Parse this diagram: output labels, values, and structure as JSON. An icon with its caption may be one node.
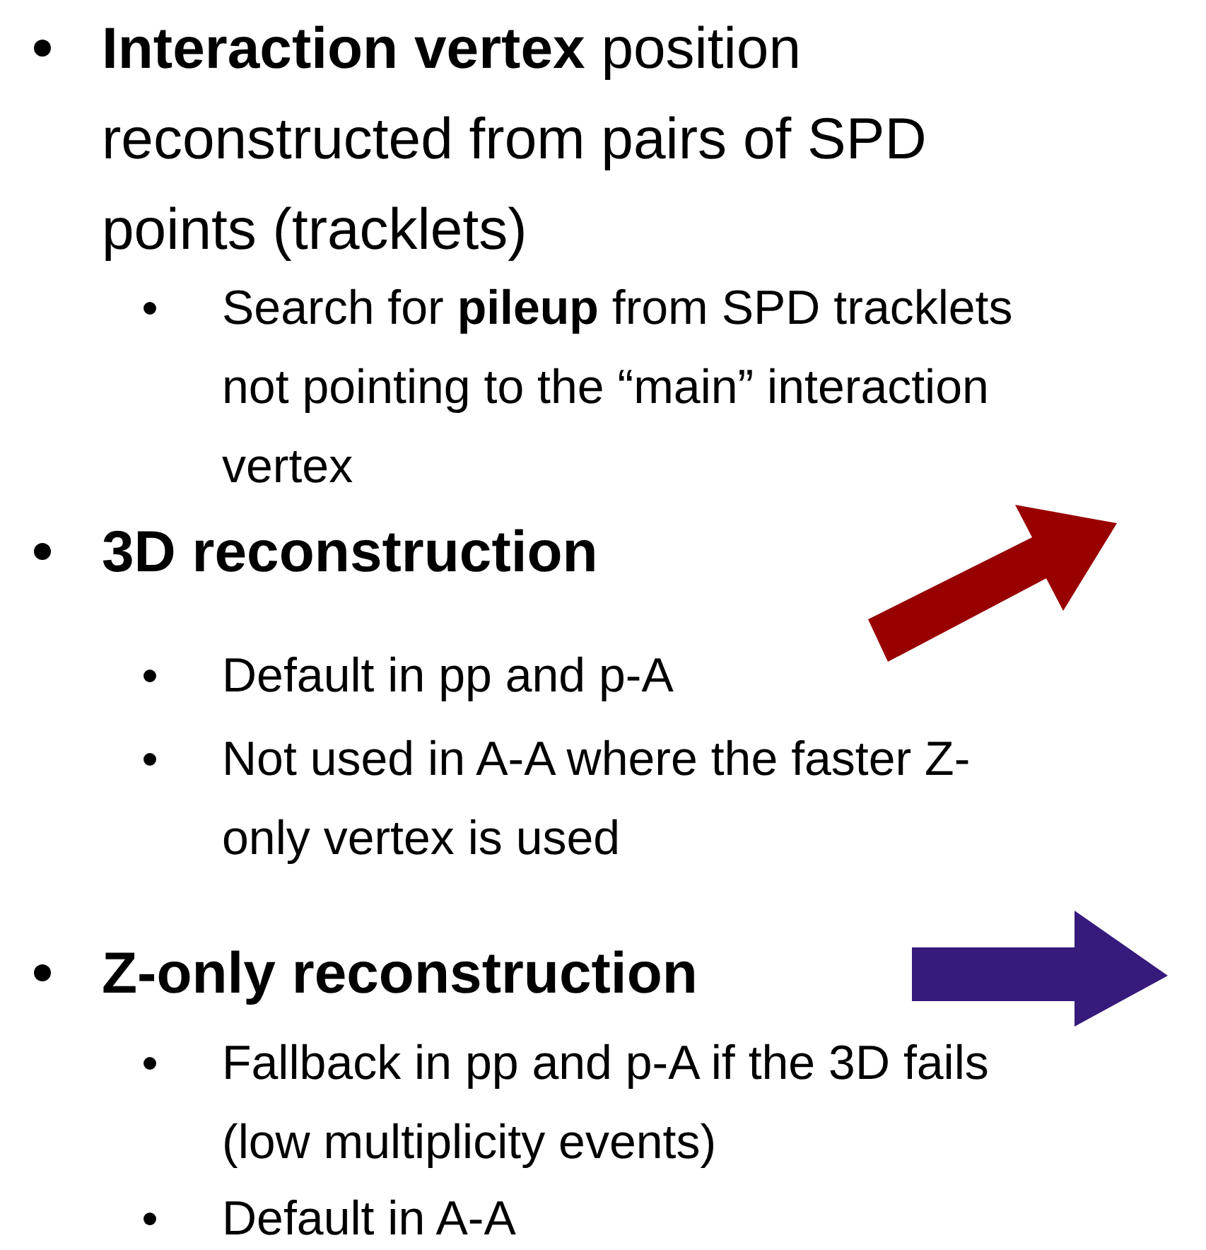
{
  "diagram": {
    "labels": [
      "**Interaction vertex** position reconstructed from pairs of SPD points (tracklets)",
      "Search for **pileup** from SPD tracklets not pointing to the “main” interaction vertex",
      "3D reconstruction",
      "Default in pp and p-A",
      "Not used in A-A where the faster Z-only vertex is used",
      "Z-only reconstruction",
      "Fallback in pp and p-A if the 3D fails (low multiplicity events)",
      "Default in A-A"
    ]
  }
}
